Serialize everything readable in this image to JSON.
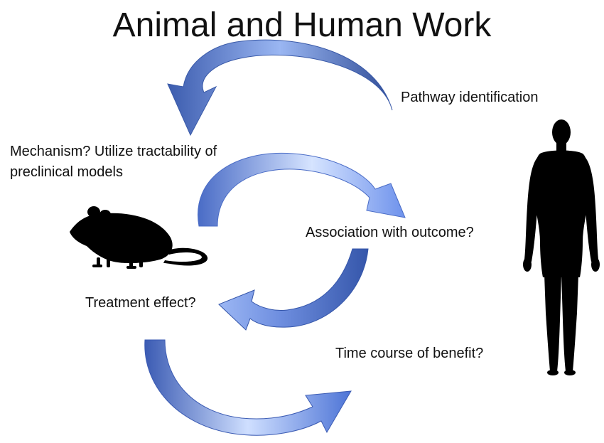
{
  "title": "Animal and Human Work",
  "labels": {
    "pathway": "Pathway identification",
    "mechanism_line1": "Mechanism?  Utilize tractability of",
    "mechanism_line2": "preclinical models",
    "association": "Association with outcome?",
    "treatment": "Treatment effect?",
    "time_course": "Time course of benefit?"
  },
  "icons": {
    "mouse": "mouse-silhouette-icon",
    "human": "human-silhouette-icon"
  },
  "colors": {
    "arrow_light": "#c4d8ff",
    "arrow_mid": "#6f8ee8",
    "arrow_dark": "#2e4c98",
    "silhouette": "#000000"
  }
}
